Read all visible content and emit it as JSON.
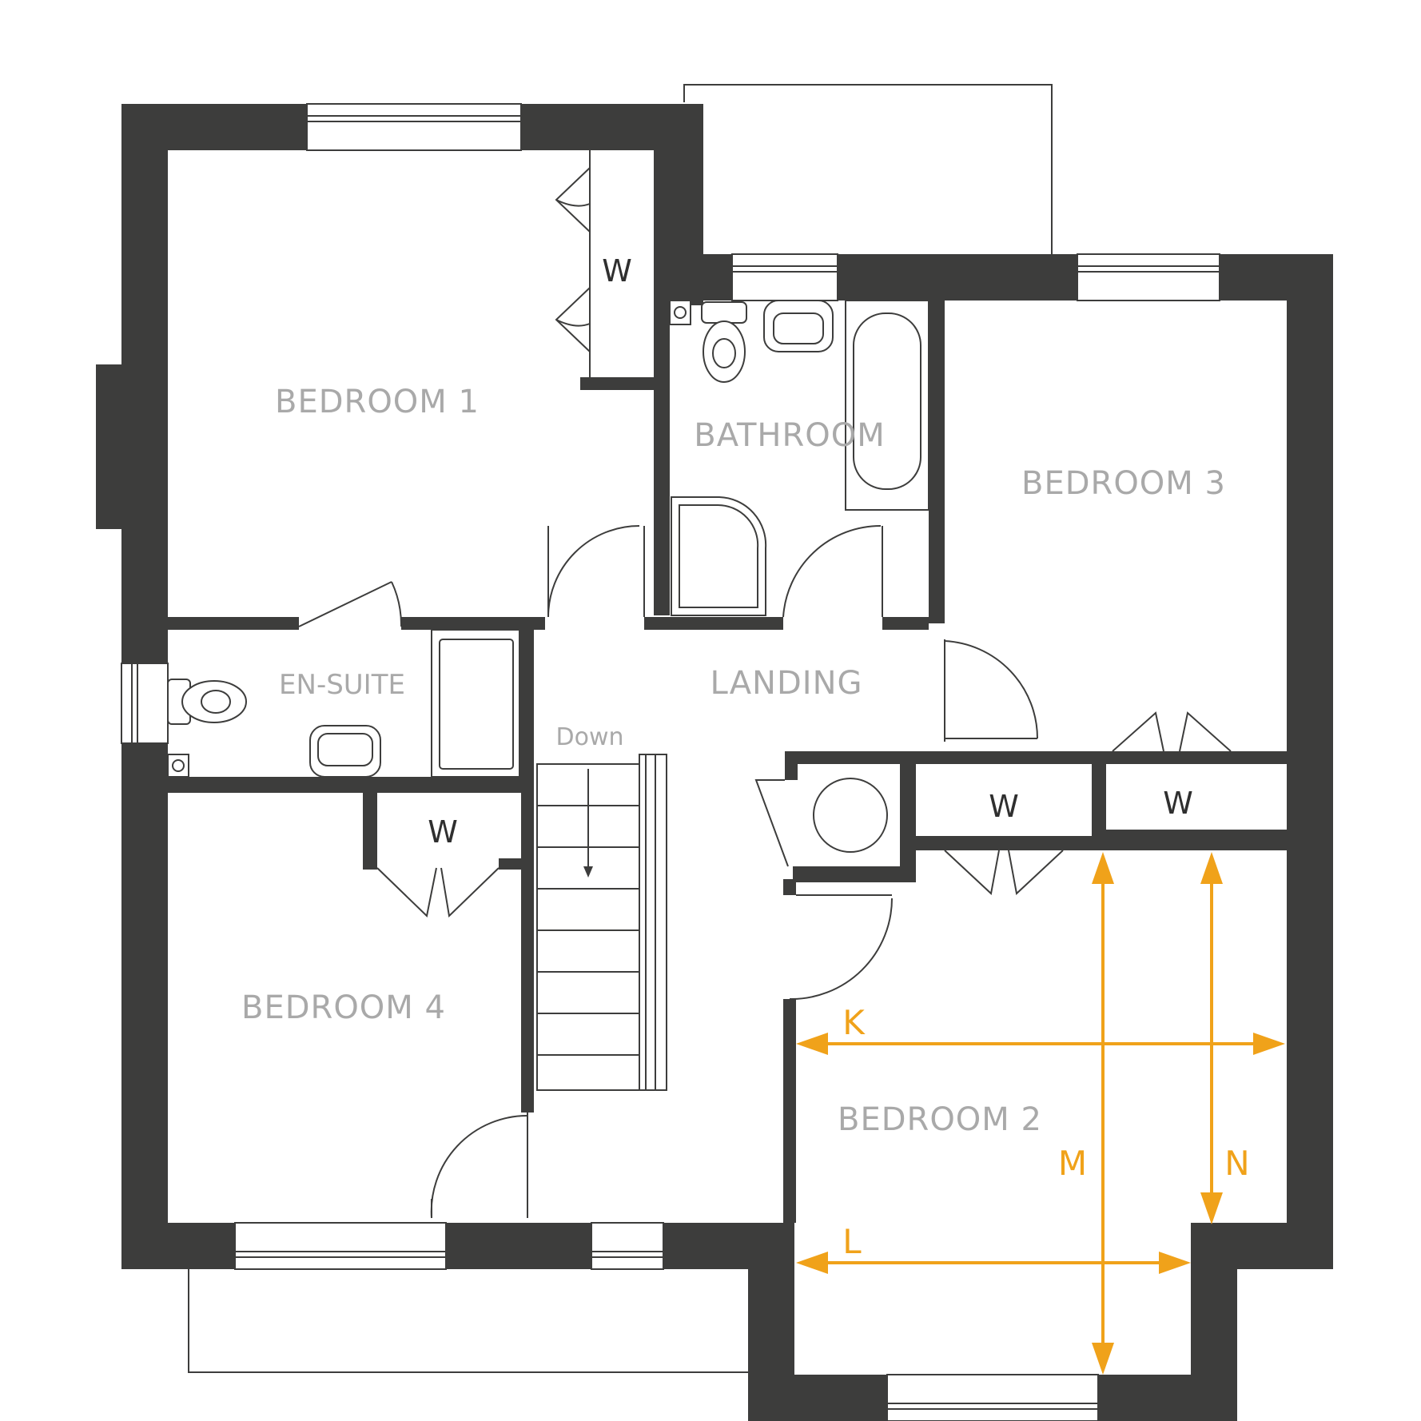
{
  "colors": {
    "wall": "#3d3d3c",
    "line": "#3d3d3c",
    "label": "#a9a9a9",
    "dark": "#2f2f2f",
    "accent": "#f0a21a"
  },
  "rooms": {
    "bedroom1": "BEDROOM 1",
    "bedroom2": "BEDROOM 2",
    "bedroom3": "BEDROOM 3",
    "bedroom4": "BEDROOM 4",
    "bathroom": "BATHROOM",
    "ensuite": "EN-SUITE",
    "landing": "LANDING"
  },
  "stairs": {
    "label": "Down"
  },
  "wardrobes": {
    "bedroom1": "W",
    "bedroom4": "W",
    "landing": "W",
    "bedroom3": "W"
  },
  "dimensions": {
    "k": "K",
    "l": "L",
    "m": "M",
    "n": "N"
  }
}
